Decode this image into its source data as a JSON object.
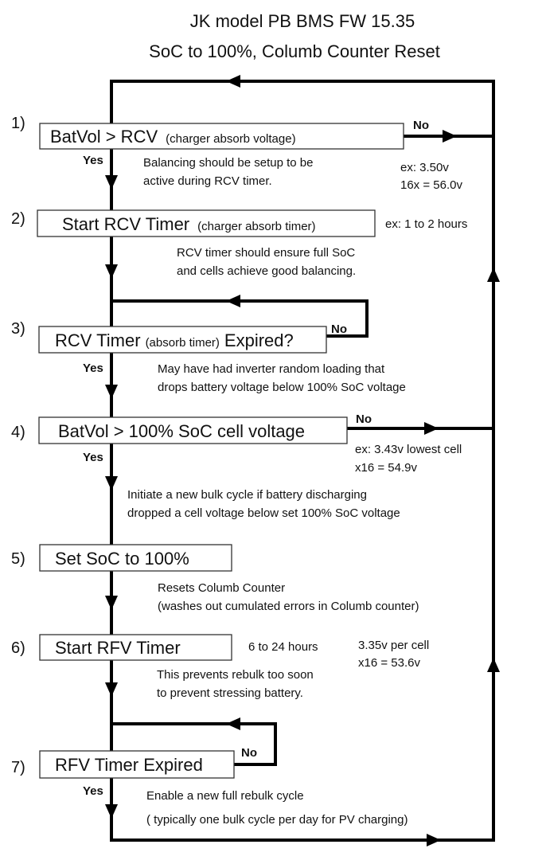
{
  "title": {
    "line1": "JK model PB BMS FW 15.35",
    "line2": "SoC to 100%, Columb Counter Reset"
  },
  "steps": [
    {
      "num": "1)",
      "main": "BatVol > RCV",
      "sub": "(charger absorb voltage)",
      "suffix": ""
    },
    {
      "num": "2)",
      "main": "Start RCV Timer",
      "sub": "(charger absorb timer)",
      "suffix": ""
    },
    {
      "num": "3)",
      "main": "RCV Timer",
      "sub": "(absorb timer)",
      "suffix": "Expired?"
    },
    {
      "num": "4)",
      "main": "BatVol > 100% SoC cell voltage",
      "sub": "",
      "suffix": ""
    },
    {
      "num": "5)",
      "main": "Set SoC to 100%",
      "sub": "",
      "suffix": ""
    },
    {
      "num": "6)",
      "main": "Start RFV Timer",
      "sub": "",
      "suffix": ""
    },
    {
      "num": "7)",
      "main": "RFV Timer Expired",
      "sub": "",
      "suffix": ""
    }
  ],
  "labels": {
    "yes": "Yes",
    "no": "No"
  },
  "notes": {
    "step1_balancing": [
      "Balancing should be setup to be",
      "active during RCV timer."
    ],
    "step1_example": [
      "ex: 3.50v",
      "16x = 56.0v"
    ],
    "step2_example": "ex: 1 to 2 hours",
    "step2_desc": [
      "RCV timer should ensure full SoC",
      "and cells achieve good balancing."
    ],
    "step3_desc": [
      "May have had inverter random loading that",
      "drops battery voltage below 100% SoC voltage"
    ],
    "step4_example": [
      "ex: 3.43v lowest cell",
      "x16 = 54.9v"
    ],
    "step4_desc": [
      "Initiate a new bulk cycle if battery discharging",
      "dropped a cell voltage below set 100% SoC voltage"
    ],
    "step5_desc": [
      "Resets Columb Counter",
      "(washes out cumulated errors in Columb counter)"
    ],
    "step6_duration": "6 to 24 hours",
    "step6_voltage": [
      "3.35v per cell",
      "x16 = 53.6v"
    ],
    "step6_desc": [
      "This prevents rebulk too soon",
      "to prevent stressing battery."
    ],
    "step7_desc": [
      "Enable a new full rebulk cycle",
      "( typically one bulk cycle per day for PV charging)"
    ]
  }
}
